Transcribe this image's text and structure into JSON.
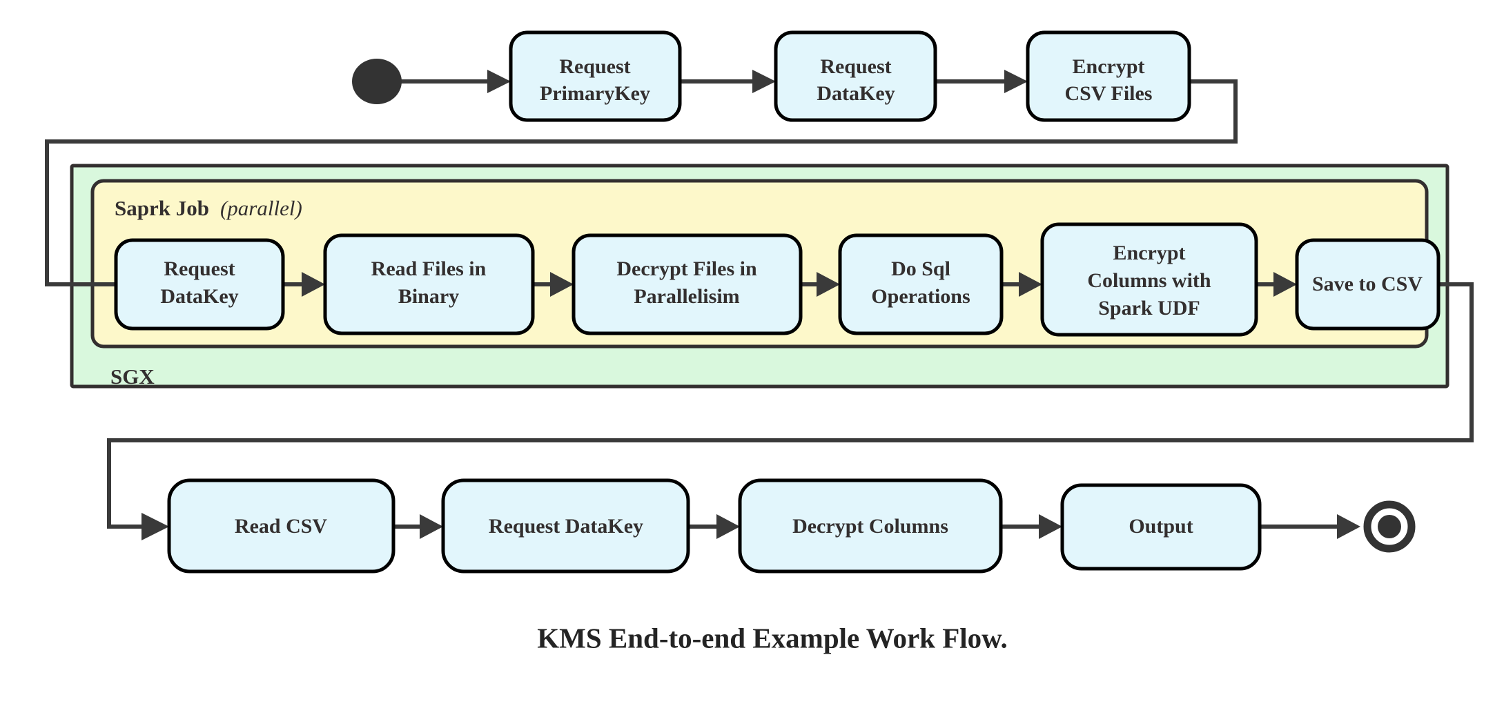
{
  "figure": {
    "caption": "KMS End-to-end Example Work Flow.",
    "kind": "uml-activity-diagram"
  },
  "colors": {
    "node_fill": "#e2f6fc",
    "node_stroke": "#000000",
    "sgx_fill": "#d9f8dd",
    "spark_fill": "#fdf8ca",
    "container_stroke": "#332f2f",
    "edge_stroke": "#3a3a3a",
    "text": "#332f2f",
    "background": "#ffffff"
  },
  "start_node": {
    "name": "start-node",
    "shape": "filled-circle"
  },
  "end_node": {
    "name": "end-node",
    "shape": "bullseye-circle"
  },
  "containers": {
    "sgx": {
      "label": "SGX",
      "label_position": "bottom-left"
    },
    "spark": {
      "label": "Saprk Job",
      "note": "(parallel)",
      "label_position": "top-left"
    }
  },
  "rows": {
    "top": {
      "name": "top-row",
      "nodes": [
        {
          "id": "request-primarykey",
          "lines": [
            "Request",
            "PrimaryKey"
          ]
        },
        {
          "id": "request-datakey-top",
          "lines": [
            "Request",
            "DataKey"
          ]
        },
        {
          "id": "encrypt-csv-files",
          "lines": [
            "Encrypt",
            "CSV Files"
          ]
        }
      ]
    },
    "spark": {
      "name": "spark-row",
      "nodes": [
        {
          "id": "request-datakey-spark",
          "lines": [
            "Request",
            "DataKey"
          ]
        },
        {
          "id": "read-files-in-binary",
          "lines": [
            "Read Files in",
            "Binary"
          ]
        },
        {
          "id": "decrypt-files-in-parallelisim",
          "lines": [
            "Decrypt Files in",
            "Parallelisim"
          ]
        },
        {
          "id": "do-sql-operations",
          "lines": [
            "Do Sql",
            "Operations"
          ]
        },
        {
          "id": "encrypt-columns-with-spark-udf",
          "lines": [
            "Encrypt",
            "Columns with",
            "Spark UDF"
          ]
        },
        {
          "id": "save-to-csv",
          "lines": [
            "Save to CSV"
          ]
        }
      ]
    },
    "bottom": {
      "name": "bottom-row",
      "nodes": [
        {
          "id": "read-csv",
          "lines": [
            "Read CSV"
          ]
        },
        {
          "id": "request-datakey-bottom",
          "lines": [
            "Request DataKey"
          ]
        },
        {
          "id": "decrypt-columns",
          "lines": [
            "Decrypt Columns"
          ]
        },
        {
          "id": "output",
          "lines": [
            "Output"
          ]
        }
      ]
    }
  },
  "edges": [
    {
      "id": "start-to-request-primarykey",
      "from": "start-node",
      "to": "request-primarykey",
      "style": "straight"
    },
    {
      "id": "request-primarykey-to-request-datakey",
      "from": "request-primarykey",
      "to": "request-datakey-top",
      "style": "straight"
    },
    {
      "id": "request-datakey-to-encrypt-csv",
      "from": "request-datakey-top",
      "to": "encrypt-csv-files",
      "style": "straight"
    },
    {
      "id": "encrypt-csv-to-spark-request-datakey",
      "from": "encrypt-csv-files",
      "to": "request-datakey-spark",
      "style": "orthogonal-loop-left"
    },
    {
      "id": "spark-request-datakey-to-read-files",
      "from": "request-datakey-spark",
      "to": "read-files-in-binary",
      "style": "straight"
    },
    {
      "id": "read-files-to-decrypt-files",
      "from": "read-files-in-binary",
      "to": "decrypt-files-in-parallelisim",
      "style": "straight"
    },
    {
      "id": "decrypt-files-to-do-sql",
      "from": "decrypt-files-in-parallelisim",
      "to": "do-sql-operations",
      "style": "straight"
    },
    {
      "id": "do-sql-to-encrypt-columns",
      "from": "do-sql-operations",
      "to": "encrypt-columns-with-spark-udf",
      "style": "straight"
    },
    {
      "id": "encrypt-columns-to-save-csv",
      "from": "encrypt-columns-with-spark-udf",
      "to": "save-to-csv",
      "style": "straight"
    },
    {
      "id": "save-csv-to-read-csv",
      "from": "save-to-csv",
      "to": "read-csv",
      "style": "orthogonal-loop-right-down"
    },
    {
      "id": "read-csv-to-request-datakey",
      "from": "read-csv",
      "to": "request-datakey-bottom",
      "style": "straight"
    },
    {
      "id": "request-datakey-to-decrypt-columns",
      "from": "request-datakey-bottom",
      "to": "decrypt-columns",
      "style": "straight"
    },
    {
      "id": "decrypt-columns-to-output",
      "from": "decrypt-columns",
      "to": "output",
      "style": "straight"
    },
    {
      "id": "output-to-end",
      "from": "output",
      "to": "end-node",
      "style": "straight"
    }
  ]
}
